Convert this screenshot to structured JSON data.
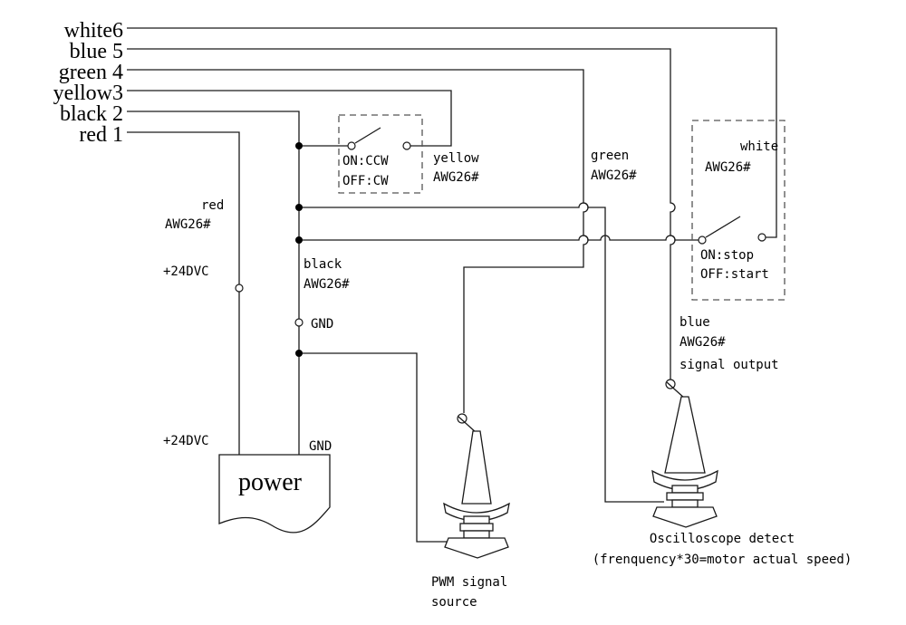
{
  "wires": [
    {
      "label": "white6"
    },
    {
      "label": "blue 5"
    },
    {
      "label": "green 4"
    },
    {
      "label": "yellow3"
    },
    {
      "label": "black 2"
    },
    {
      "label": "red  1"
    }
  ],
  "direction_switch": {
    "on": "ON:CCW",
    "off": "OFF:CW"
  },
  "stop_switch": {
    "on": "ON:stop",
    "off": "OFF:start"
  },
  "annotations": {
    "yellow_color": "yellow",
    "yellow_gauge": "AWG26#",
    "green_color": "green",
    "green_gauge": "AWG26#",
    "white_color": "white",
    "white_gauge": "AWG26#",
    "red_color": "red",
    "red_gauge": "AWG26#",
    "black_color": "black",
    "black_gauge": "AWG26#",
    "blue_color": "blue",
    "blue_gauge": "AWG26#",
    "signal_output": "signal output",
    "vcc_top": "+24DVC",
    "gnd_mid": "GND",
    "vcc_bottom": "+24DVC",
    "gnd_bottom": "GND"
  },
  "power_label": "power",
  "pwm": {
    "line1": "PWM signal",
    "line2": "source"
  },
  "osc": {
    "line1": "Oscilloscope detect",
    "line2": "(frenquency*30=motor actual speed)"
  }
}
